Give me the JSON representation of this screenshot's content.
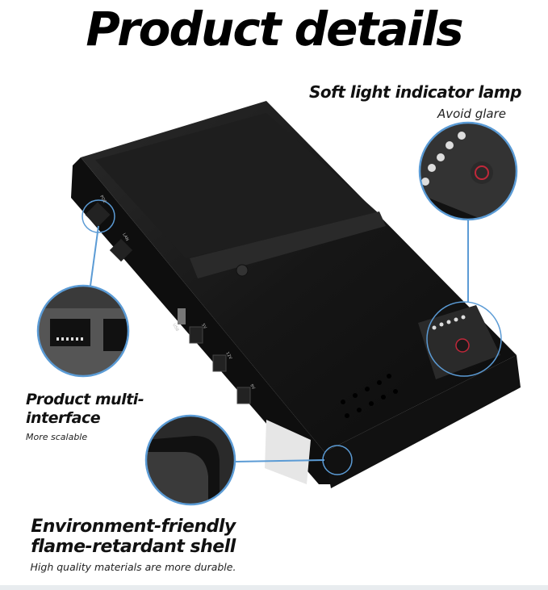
{
  "title": "Product details",
  "callouts": {
    "lamp": {
      "title": "Soft light indicator lamp",
      "subtitle": "Avoid glare"
    },
    "interface": {
      "title": "Product multi-interface",
      "subtitle": "More scalable"
    },
    "shell": {
      "title_line1": "Environment-friendly",
      "title_line2": "flame-retardant shell",
      "subtitle": "High quality materials are more durable."
    }
  },
  "device_labels": {
    "usb": "USB",
    "v5": "5V",
    "v12": "12V",
    "v9": "9V",
    "lan": "LAN",
    "poe": "POE"
  },
  "colors": {
    "accent": "#5b9bd5",
    "device": "#1a1a1a",
    "power_icon": "#c0283a"
  }
}
